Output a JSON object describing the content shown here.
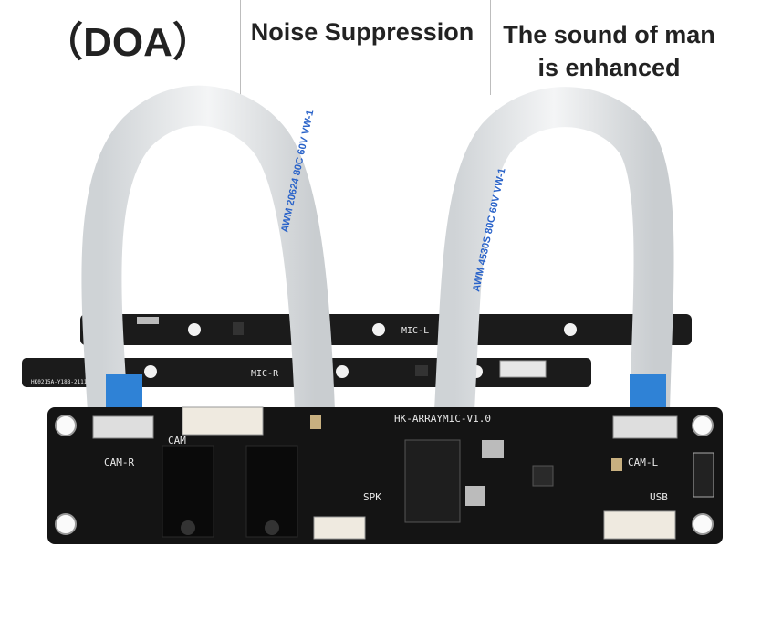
{
  "header": {
    "doa": "（DOA）",
    "noise": "Noise Suppression",
    "man_line1": "The sound of man",
    "man_line2": "is enhanced"
  },
  "board": {
    "main_label": "HK-ARRAYMIC-V1.0",
    "cam_r": "CAM-R",
    "cam_l": "CAM-L",
    "cam": "CAM",
    "spk": "SPK",
    "usb": "USB",
    "mic_l": "MIC-L",
    "mic_r": "MIC-R",
    "mic_r_code": "HK0215A-Y188-2111",
    "cable_text_left": "AWM 20624 80C 60V VW-1",
    "cable_text_right": "AWM 4530S 80C 60V VW-1"
  }
}
